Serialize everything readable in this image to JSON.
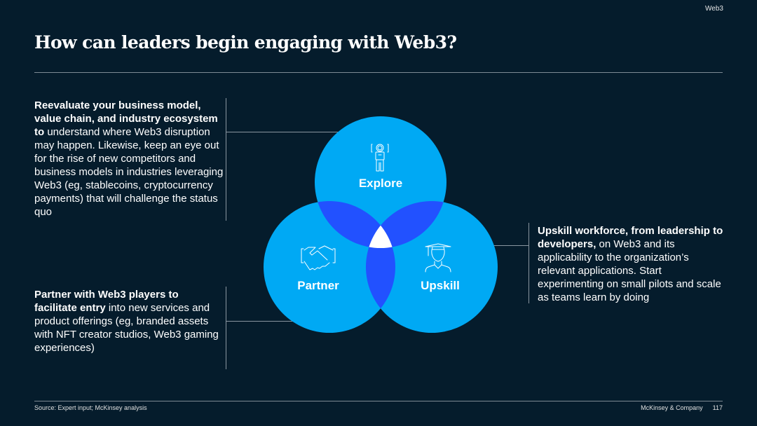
{
  "header": {
    "section_tag": "Web3",
    "title": "How can leaders begin engaging with Web3?"
  },
  "blocks": {
    "explore": {
      "bold": "Reevaluate your business model, value chain, and industry ecosystem to",
      "text": " understand where Web3 disruption may happen. Likewise, keep an eye out for the rise of new competitors and business models in industries leveraging Web3 (eg, stablecoins, cryptocurrency payments) that will challenge the status quo"
    },
    "partner": {
      "bold": "Partner with Web3 players to facilitate entry",
      "text": " into new services and product offerings (eg, branded assets with NFT creator studios, Web3 gaming experiences)"
    },
    "upskill": {
      "bold": "Upskill workforce, from leadership to developers,",
      "text": " on Web3 and its applicability to the organization’s relevant applications. Start experimenting on small pilots and scale as teams learn by doing"
    }
  },
  "venn": {
    "circles": [
      {
        "label": "Explore",
        "icon": "astronaut-icon"
      },
      {
        "label": "Partner",
        "icon": "handshake-icon"
      },
      {
        "label": "Upskill",
        "icon": "graduate-icon"
      }
    ],
    "colors": {
      "circle": "#00A9F4",
      "overlap": "#2251FF",
      "center": "#FFFFFF",
      "background": "#051C2C"
    }
  },
  "footer": {
    "source": "Source: Expert input; McKinsey analysis",
    "company": "McKinsey & Company",
    "page": "117"
  }
}
